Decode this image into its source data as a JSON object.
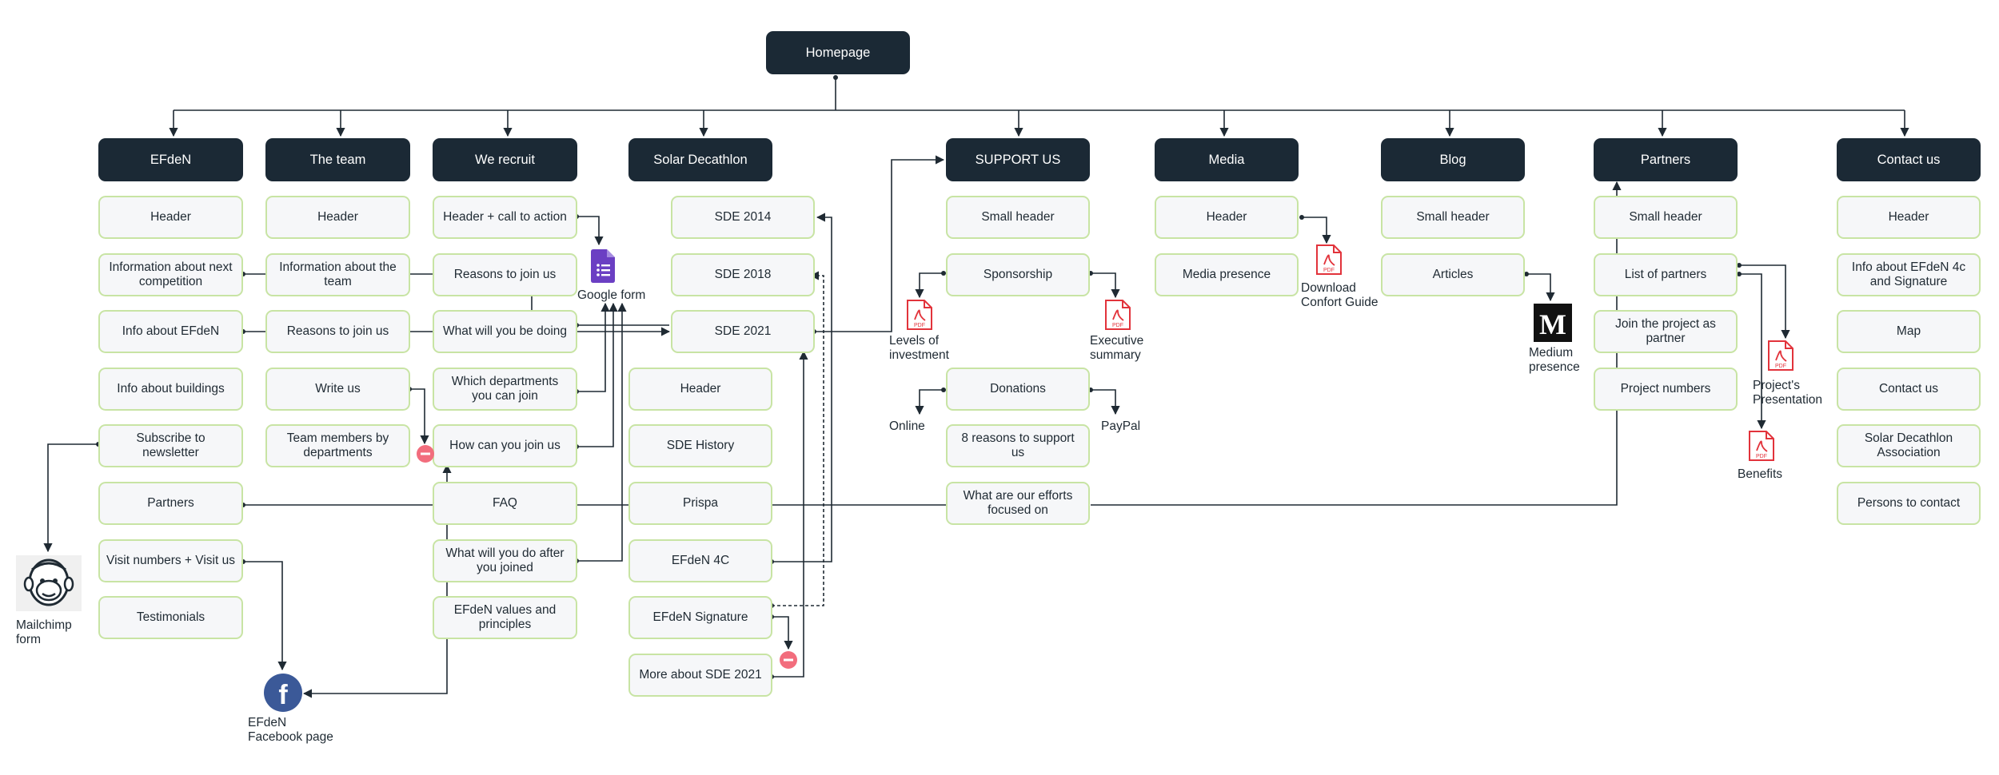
{
  "root": {
    "label": "Homepage"
  },
  "columns": [
    {
      "key": "efden",
      "header": "EFdeN",
      "items": [
        "Header",
        "Information about next competition",
        "Info about EFdeN",
        "Info about buildings",
        "Subscribe to newsletter",
        "Partners",
        "Visit numbers + Visit us",
        "Testimonials"
      ]
    },
    {
      "key": "team",
      "header": "The team",
      "items": [
        "Header",
        "Information about the team",
        "Reasons to join us",
        "Write us",
        "Team members by departments"
      ]
    },
    {
      "key": "recruit",
      "header": "We recruit",
      "items": [
        "Header + call to action",
        "Reasons to join us",
        "What will you be doing",
        "Which departments you can join",
        "How can you join us",
        "FAQ",
        "What will you do after you joined",
        "EFdeN values and principles"
      ]
    },
    {
      "key": "sd",
      "header": "Solar Decathlon",
      "items": [
        "Header",
        "SDE History",
        "Prispa",
        "EFdeN 4C",
        "EFdeN Signature",
        "More about SDE 2021"
      ]
    },
    {
      "key": "sde",
      "header": "",
      "items": [
        "SDE 2014",
        "SDE 2018",
        "SDE 2021"
      ]
    },
    {
      "key": "support",
      "header": "SUPPORT US",
      "items": [
        "Small header",
        "Sponsorship",
        "",
        "Donations",
        "8 reasons to support us",
        "What are our efforts focused on"
      ]
    },
    {
      "key": "media",
      "header": "Media",
      "items": [
        "Header",
        "Media presence"
      ]
    },
    {
      "key": "blog",
      "header": "Blog",
      "items": [
        "Small header",
        "Articles"
      ]
    },
    {
      "key": "partners",
      "header": "Partners",
      "items": [
        "Small header",
        "List of partners",
        "Join the project as partner",
        "Project numbers"
      ]
    },
    {
      "key": "contact",
      "header": "Contact us",
      "items": [
        "Header",
        "Info about EFdeN 4c and Signature",
        "Map",
        "Contact us",
        "Solar Decathlon Association",
        "Persons to contact"
      ]
    }
  ],
  "annotations": {
    "google_form": "Google form",
    "mailchimp_form": "Mailchimp form",
    "facebook_page": "EFdeN Facebook page",
    "levels_of_investment": "Levels of investment",
    "executive_summary": "Executive summary",
    "online": "Online",
    "paypal": "PayPal",
    "download_confort_guide": "Download Confort Guide",
    "medium_presence": "Medium presence",
    "projects_presentation": "Project's Presentation",
    "benefits": "Benefits"
  },
  "icons": {
    "pdf_label": "PDF",
    "medium_letter": "M",
    "facebook_letter": "f"
  },
  "colors": {
    "dark_node": "#1b2935",
    "light_node_bg": "#f6f7f9",
    "light_node_border": "#c8e4a4",
    "line": "#1f2a33",
    "pdf_red": "#e2333b",
    "stop_red": "#f26d7d",
    "forms_purple": "#6b3fc3",
    "facebook_blue": "#3b5998"
  }
}
